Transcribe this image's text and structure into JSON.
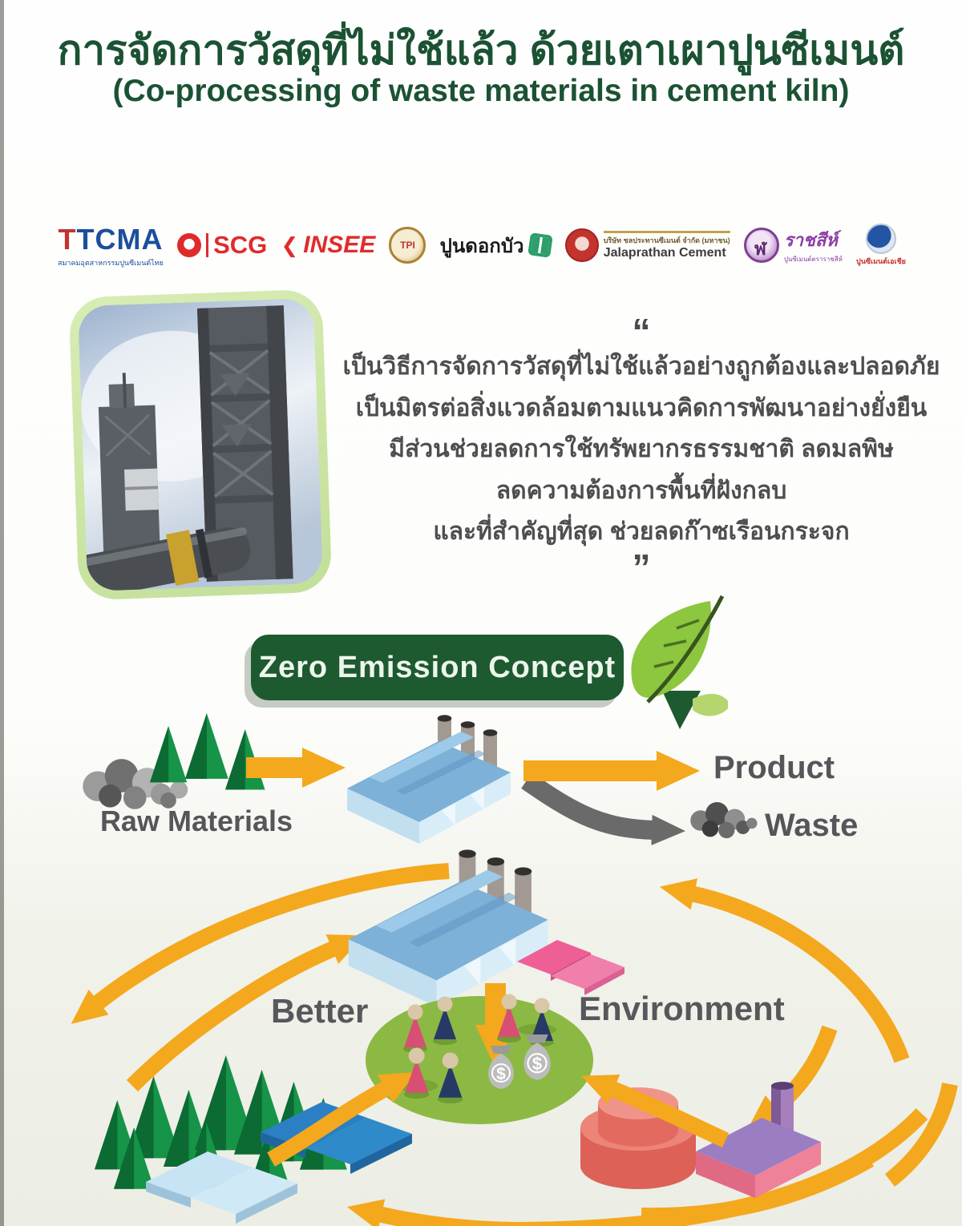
{
  "header": {
    "title_th": "การจัดการวัสดุที่ไม่ใช้แล้ว ด้วยเตาเผาปูนซีเมนต์",
    "title_en": "(Co-processing of waste materials in cement kiln)"
  },
  "logos": [
    {
      "name": "TCMA",
      "sub": "สมาคมอุตสาหกรรมปูนซีเมนต์ไทย"
    },
    {
      "name": "SCG"
    },
    {
      "name": "INSEE"
    },
    {
      "name": "TPI"
    },
    {
      "name": "ปูนดอกบัว"
    },
    {
      "name": "Jalaprathan Cement",
      "sub": "บริษัท ชลประทานซีเมนต์ จำกัด (มหาชน)"
    },
    {
      "name": "ราชสีห์",
      "sub": "ปูนซีเมนต์ตราราชสีห์"
    },
    {
      "name": "ปูนซีเมนต์เอเชีย"
    }
  ],
  "quote": {
    "open": "“",
    "lines": [
      "เป็นวิธีการจัดการวัสดุที่ไม่ใช้แล้วอย่างถูกต้องและปลอดภัย",
      "เป็นมิตรต่อสิ่งแวดล้อมตามแนวคิดการพัฒนาอย่างยั่งยืน",
      "มีส่วนช่วยลดการใช้ทรัพยากรธรรมชาติ ลดมลพิษ",
      "ลดความต้องการพื้นที่ฝังกลบ",
      "และที่สำคัญที่สุด ช่วยลดก๊าซเรือนกระจก"
    ],
    "close": "”"
  },
  "banner": {
    "label": "Zero Emission Concept"
  },
  "flow": {
    "raw_materials": "Raw Materials",
    "product": "Product",
    "waste": "Waste"
  },
  "cycle": {
    "left_label": "Better",
    "right_label": "Environment",
    "money_symbol": "$"
  },
  "colors": {
    "title_green": "#1b5233",
    "banner_green": "#1d5a2f",
    "leaf_green": "#8dc63f",
    "arrow_orange": "#f4a81d",
    "text_gray": "#55565a",
    "oval_green": "#8cb944",
    "factory_blue": "#7db1d8"
  }
}
